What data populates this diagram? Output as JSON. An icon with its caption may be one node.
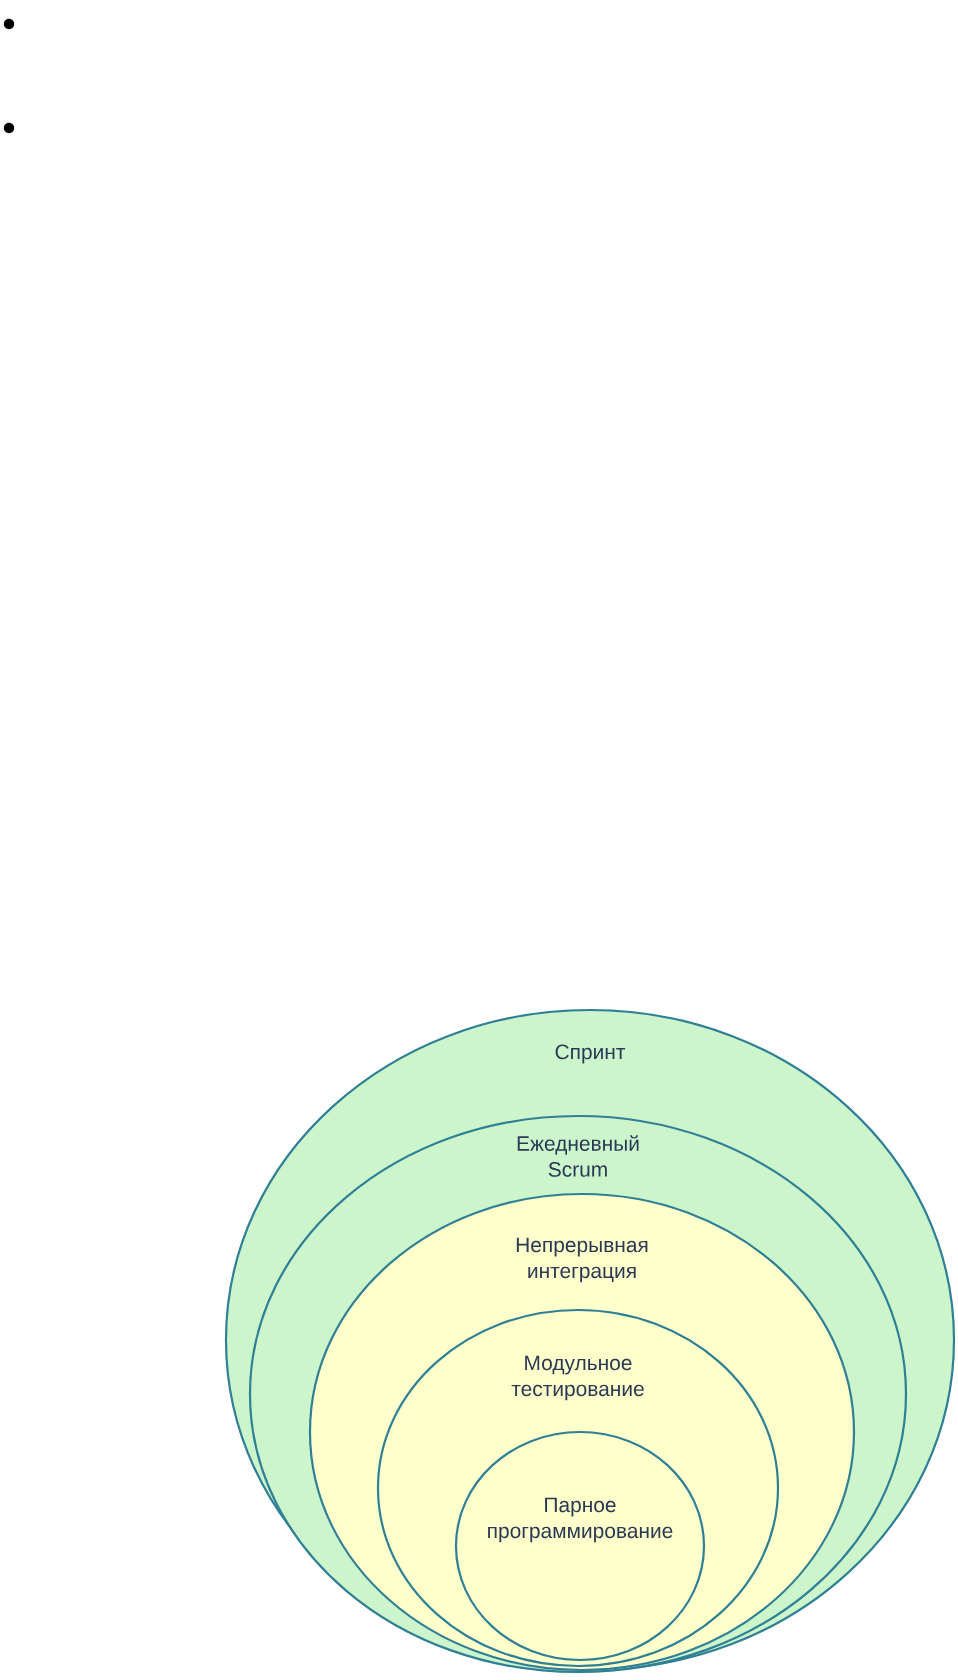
{
  "diagram": {
    "nodes": [
      {
        "text": [
          "Спринт"
        ]
      },
      {
        "text": [
          "Ежедневный Scrum"
        ],
        "in": 0
      },
      {
        "text": [
          "Непрерывная интеграция"
        ],
        "in": 1
      },
      {
        "text": [
          "Модульное тестирование"
        ],
        "in": 2
      },
      {
        "text": [
          "Парное программирование"
        ],
        "in": 3
      }
    ]
  }
}
